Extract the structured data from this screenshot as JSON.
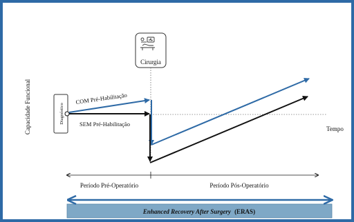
{
  "y_axis_label": "Capacidade Funcional",
  "x_axis_label": "Tempo",
  "surgery_label": "Cirurgia",
  "diagnosis_label": "Diagnóstico",
  "with_prehab_label": "COM Pré-Habilitação",
  "without_prehab_label": "SEM Pré-Habilitação",
  "pre_op_label": "Período Pré-Operatório",
  "post_op_label": "Período Pós-Operatório",
  "eras_label_italic": "Enhanced Recovery After Surgery",
  "eras_label_abbr": "(ERAS)",
  "colors": {
    "frame": "#2e6aa6",
    "with_prehab": "#2e6aa6",
    "without_prehab": "#111111",
    "eras_bar": "#7fa8c6",
    "eras_arrow": "#2e6aa6"
  },
  "icons": [
    "surgery-bed-icon",
    "monitor-icon"
  ]
}
